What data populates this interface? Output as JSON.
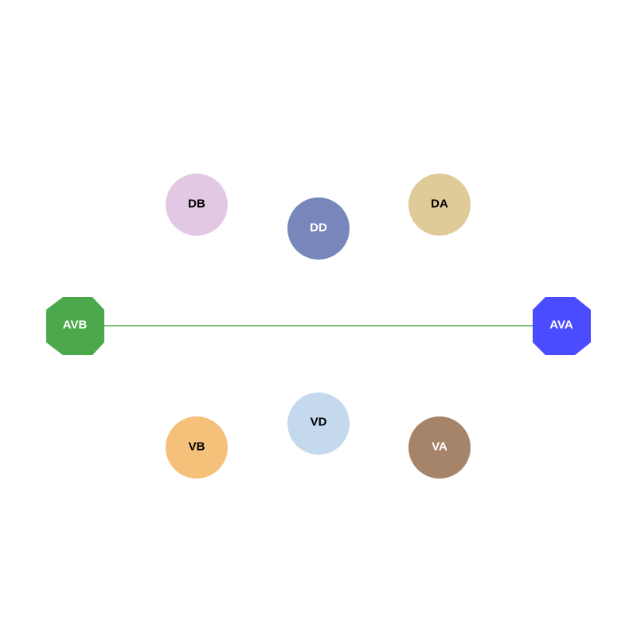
{
  "graph": {
    "nodes": [
      {
        "id": "DB",
        "label": "DB",
        "shape": "circle",
        "fill": "#e2c8e2",
        "text_color": "#000000"
      },
      {
        "id": "DD",
        "label": "DD",
        "shape": "circle",
        "fill": "#7886bb",
        "text_color": "#ffffff"
      },
      {
        "id": "DA",
        "label": "DA",
        "shape": "circle",
        "fill": "#dfcb98",
        "text_color": "#000000"
      },
      {
        "id": "AVB",
        "label": "AVB",
        "shape": "octagon",
        "fill": "#4ba84b",
        "text_color": "#ffffff"
      },
      {
        "id": "AVA",
        "label": "AVA",
        "shape": "octagon",
        "fill": "#4b4bff",
        "text_color": "#ffffff"
      },
      {
        "id": "VD",
        "label": "VD",
        "shape": "circle",
        "fill": "#c4d8ee",
        "text_color": "#000000"
      },
      {
        "id": "VB",
        "label": "VB",
        "shape": "circle",
        "fill": "#f5c079",
        "text_color": "#000000"
      },
      {
        "id": "VA",
        "label": "VA",
        "shape": "circle",
        "fill": "#a6846a",
        "text_color": "#ffffff"
      }
    ],
    "edges": [
      {
        "from": "AVB",
        "to": "AVA",
        "color": "#4ba84b"
      }
    ]
  }
}
